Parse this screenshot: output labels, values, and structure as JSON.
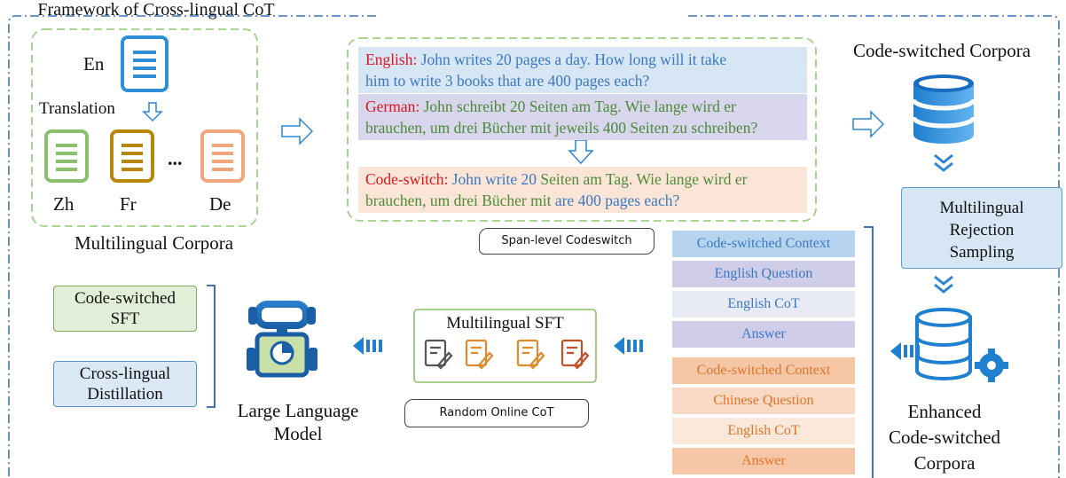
{
  "title": "Framework of Cross-lingual CoT",
  "corpora": {
    "source_lang": "En",
    "translation_label": "Translation",
    "targets": [
      "Zh",
      "Fr",
      "De"
    ],
    "ellipsis": "...",
    "caption": "Multilingual Corpora",
    "doc_colors": [
      "#2f8fd6",
      "#8cbf6b",
      "#b8860b",
      "#f0a57a"
    ]
  },
  "examples": {
    "english": {
      "tag": "English:",
      "text_line1": "John writes 20 pages a day. How long will it take",
      "text_line2": "him to write 3 books that are 400 pages each?"
    },
    "german": {
      "tag": "German:",
      "text_line1": "John schreibt 20 Seiten am Tag. Wie lange wird er",
      "text_line2": "brauchen, um drei Bücher mit jeweils 400 Seiten zu schreiben?"
    },
    "codeswitch": {
      "tag": "Code-switch:",
      "seg1": "John write 20",
      "seg2": "Seiten am Tag. Wie lange wird er",
      "seg3": "brauchen, um drei Bücher mit",
      "seg4": "are 400 pages each?"
    },
    "span_label": "Span-level Codeswitch"
  },
  "right_column": {
    "corpora_title": "Code-switched Corpora",
    "sampling_label": "Multilingual Rejection Sampling",
    "enhanced_label_1": "Enhanced",
    "enhanced_label_2": "Code-switched",
    "enhanced_label_3": "Corpora"
  },
  "stack": {
    "group1": [
      "Code-switched Context",
      "English Question",
      "English CoT",
      "Answer"
    ],
    "group2": [
      "Code-switched Context",
      "Chinese Question",
      "English CoT",
      "Answer"
    ]
  },
  "sft": {
    "title": "Multilingual SFT",
    "online_label": "Random Online CoT",
    "icon_colors": [
      "#555555",
      "#e08a2a",
      "#e08a2a",
      "#c0502a"
    ]
  },
  "model": {
    "label_line1": "Large Language",
    "label_line2": "Model",
    "method1": "Code-switched SFT",
    "method2_line1": "Cross-lingual",
    "method2_line2": "Distillation"
  },
  "colors": {
    "accent_blue": "#2f86d2",
    "frame_border": "#3a74b8",
    "dashed_green": "#9fcf87",
    "light_blue_box": "#d6e6f5",
    "lavender_box": "#d7d6ec",
    "peach_box": "#fbe5d6"
  }
}
